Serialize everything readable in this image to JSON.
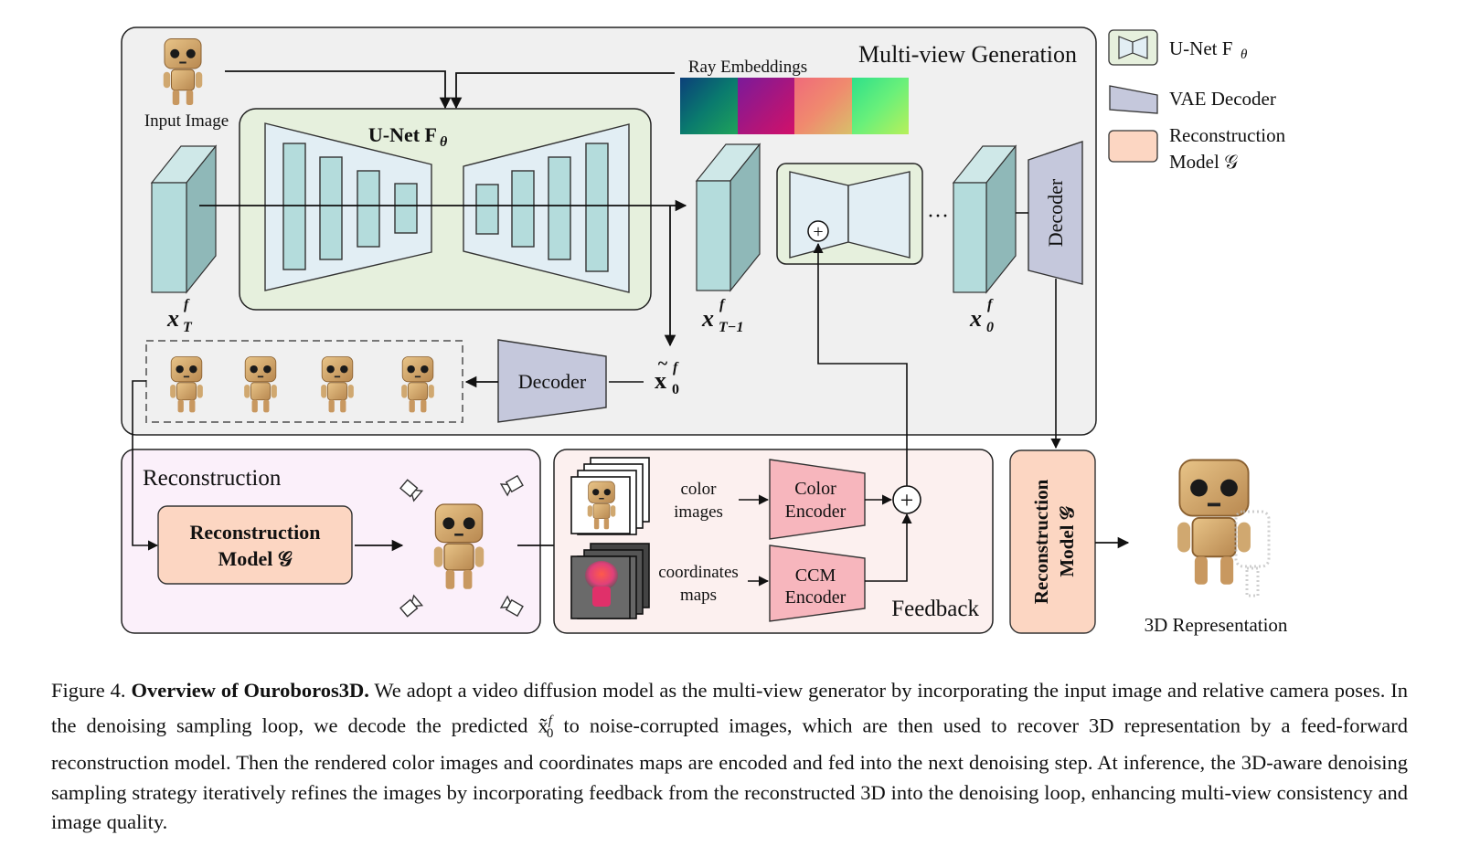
{
  "panels": {
    "mvgen_title": "Multi-view Generation",
    "reconstruction_title": "Reconstruction",
    "feedback_title": "Feedback"
  },
  "labels": {
    "input_image": "Input Image",
    "ray_embeddings": "Ray Embeddings",
    "unet_title": "U-Net F",
    "unet_sub": "θ",
    "decoder": "Decoder",
    "recon_model_line1": "Reconstruction",
    "recon_model_line2": "Model 𝒢",
    "color_images_1": "color",
    "color_images_2": "images",
    "coord_maps_1": "coordinates",
    "coord_maps_2": "maps",
    "color_encoder_1": "Color",
    "color_encoder_2": "Encoder",
    "ccm_encoder_1": "CCM",
    "ccm_encoder_2": "Encoder",
    "representation_3d": "3D Representation",
    "ellipsis": "···",
    "x": "x",
    "sup_f": "f",
    "sub_T": "T",
    "sub_T1": "T−1",
    "sub_0": "0",
    "plus": "+"
  },
  "legend": {
    "unet_label": "U-Net F",
    "unet_sub": "θ",
    "vae_label": "VAE Decoder",
    "recon_line1": "Reconstruction",
    "recon_line2": "Model 𝒢"
  },
  "colors": {
    "panel_gray": "#f0f0f0",
    "unet_bg": "#e6f0dd",
    "latent_face": "#b4dcdc",
    "latent_side": "#8fb8b8",
    "decoder_fill": "#c5c8dc",
    "recon_fill": "#fcd6c2",
    "recon_panel": "#fbf0fa",
    "feedback_panel": "#fcf0ef",
    "encoder_fill": "#f7b6bd",
    "ray_colors": [
      "#0a7a6e",
      "#b0157a",
      "#f08a6e",
      "#6af07a"
    ]
  },
  "caption": {
    "prefix": "Figure 4. ",
    "title": "Overview of Ouroboros3D.",
    "line1_rest": " We adopt a video diffusion model as the multi-view generator by incorporating the input image",
    "line2a": "and relative camera poses. In the denoising sampling loop, we decode the predicted ",
    "line2_symbol": "x̃",
    "line2_sup": "f",
    "line2_sub": "0",
    "line2b": " to noise-corrupted images, which are then used to",
    "line3": "recover 3D representation by a feed-forward reconstruction model. Then the rendered color images and coordinates maps are encoded and",
    "line4": "fed into the next denoising step. At inference, the 3D-aware denoising sampling strategy iteratively refines the images by incorporating",
    "line5": "feedback from the reconstructed 3D into the denoising loop, enhancing multi-view consistency and image quality."
  }
}
